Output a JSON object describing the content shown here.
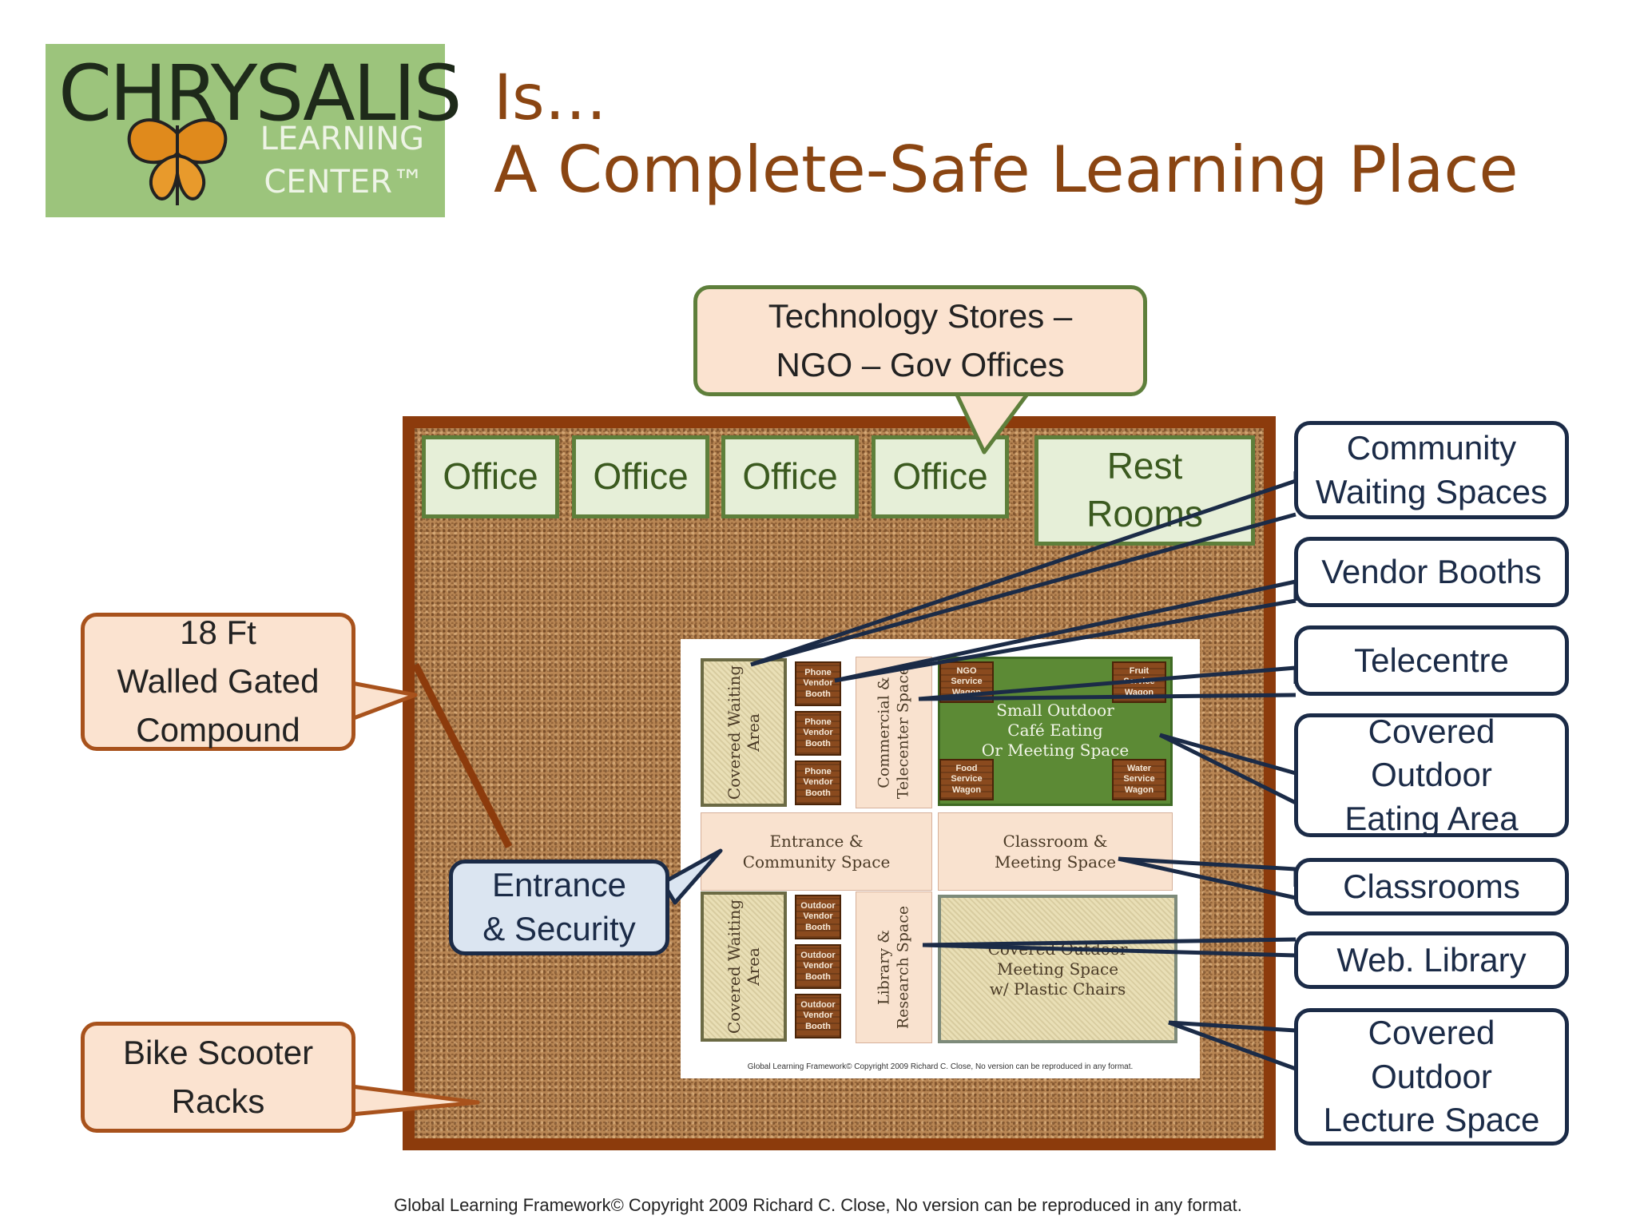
{
  "logo": {
    "line1": "CHRYSALIS",
    "line2": "LEARNING",
    "line3": "CENTER™"
  },
  "title": {
    "line1": "Is…",
    "line2": "A Complete-Safe Learning Place"
  },
  "top_callout": {
    "line1": "Technology Stores –",
    "line2": "NGO – Gov Offices"
  },
  "compound": {
    "offices": [
      "Office",
      "Office",
      "Office",
      "Office"
    ],
    "restrooms": {
      "line1": "Rest",
      "line2": "Rooms"
    }
  },
  "plan": {
    "covered_waiting_top": {
      "line1": "Covered Waiting",
      "line2": "Area"
    },
    "covered_waiting_bottom": {
      "line1": "Covered Waiting",
      "line2": "Area"
    },
    "phone_booths": [
      {
        "l1": "Phone",
        "l2": "Vendor",
        "l3": "Booth"
      },
      {
        "l1": "Phone",
        "l2": "Vendor",
        "l3": "Booth"
      },
      {
        "l1": "Phone",
        "l2": "Vendor",
        "l3": "Booth"
      }
    ],
    "outdoor_booths": [
      {
        "l1": "Outdoor",
        "l2": "Vendor",
        "l3": "Booth"
      },
      {
        "l1": "Outdoor",
        "l2": "Vendor",
        "l3": "Booth"
      },
      {
        "l1": "Outdoor",
        "l2": "Vendor",
        "l3": "Booth"
      }
    ],
    "commercial": {
      "line1": "Commercial &",
      "line2": "Telecenter Space"
    },
    "library": {
      "line1": "Library &",
      "line2": "Research Space"
    },
    "cafe": {
      "line1": "Small Outdoor",
      "line2": "Café Eating",
      "line3": "Or Meeting Space"
    },
    "wagons": [
      {
        "l1": "NGO",
        "l2": "Service",
        "l3": "Wagon"
      },
      {
        "l1": "Fruit",
        "l2": "Service",
        "l3": "Wagon"
      },
      {
        "l1": "Food",
        "l2": "Service",
        "l3": "Wagon"
      },
      {
        "l1": "Water",
        "l2": "Service",
        "l3": "Wagon"
      }
    ],
    "entrance_space": {
      "line1": "Entrance &",
      "line2": "Community Space"
    },
    "classroom_space": {
      "line1": "Classroom &",
      "line2": "Meeting Space"
    },
    "lecture_space": {
      "line1": "Covered Outdoor",
      "line2": "Meeting Space",
      "line3": "w/ Plastic Chairs"
    },
    "copyright": "Global Learning Framework© Copyright 2009 Richard C. Close, No version can be reproduced in any format."
  },
  "left_callouts": {
    "walled": {
      "line1": "18 Ft",
      "line2": "Walled Gated",
      "line3": "Compound"
    },
    "bike": {
      "line1": "Bike Scooter",
      "line2": "Racks"
    },
    "entrance": {
      "line1": "Entrance",
      "line2": "& Security"
    }
  },
  "right_callouts": {
    "community": {
      "line1": "Community",
      "line2": "Waiting Spaces"
    },
    "vendor": "Vendor Booths",
    "telecentre": "Telecentre",
    "eating": {
      "line1": "Covered",
      "line2": "Outdoor",
      "line3": "Eating Area"
    },
    "classrooms": "Classrooms",
    "library": "Web. Library",
    "lecture": {
      "line1": "Covered",
      "line2": "Outdoor",
      "line3": "Lecture Space"
    }
  },
  "footer": "Global Learning Framework© Copyright 2009 Richard C. Close, No version can be reproduced in any format."
}
